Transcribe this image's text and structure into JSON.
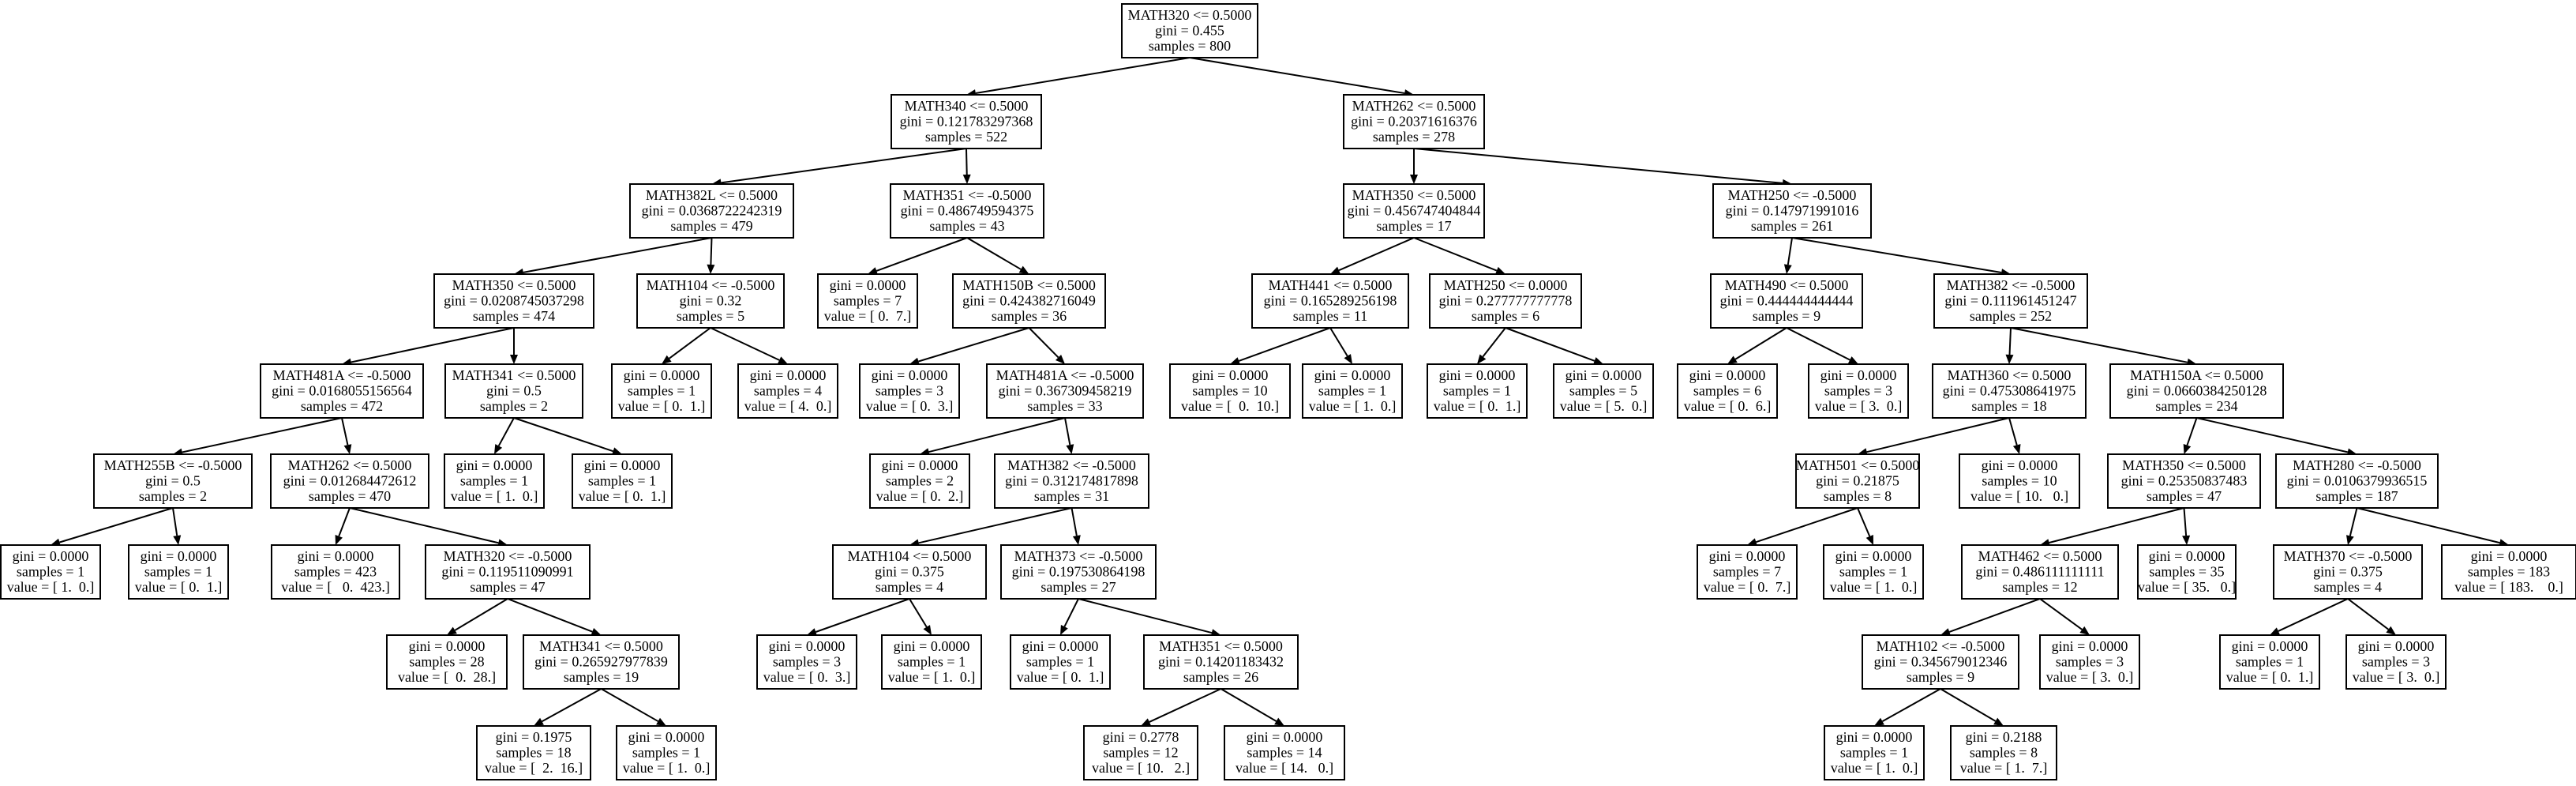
{
  "tree": {
    "nodes": [
      {
        "id": 0,
        "lines": [
          "MATH320 <= 0.5000",
          "gini = 0.455",
          "samples = 800"
        ]
      },
      {
        "id": 1,
        "lines": [
          "MATH340 <= 0.5000",
          "gini = 0.121783297368",
          "samples = 522"
        ]
      },
      {
        "id": 2,
        "lines": [
          "MATH262 <= 0.5000",
          "gini = 0.20371616376",
          "samples = 278"
        ]
      },
      {
        "id": 3,
        "lines": [
          "MATH382L <= 0.5000",
          "gini = 0.0368722242319",
          "samples = 479"
        ]
      },
      {
        "id": 4,
        "lines": [
          "MATH351 <= -0.5000",
          "gini = 0.486749594375",
          "samples = 43"
        ]
      },
      {
        "id": 5,
        "lines": [
          "MATH350 <= 0.5000",
          "gini = 0.456747404844",
          "samples = 17"
        ]
      },
      {
        "id": 6,
        "lines": [
          "MATH250 <= -0.5000",
          "gini = 0.147971991016",
          "samples = 261"
        ]
      },
      {
        "id": 7,
        "lines": [
          "MATH350 <= 0.5000",
          "gini = 0.0208745037298",
          "samples = 474"
        ]
      },
      {
        "id": 8,
        "lines": [
          "MATH104 <= -0.5000",
          "gini = 0.32",
          "samples = 5"
        ]
      },
      {
        "id": 9,
        "lines": [
          "gini = 0.0000",
          "samples = 7",
          "value = [ 0.  7.]"
        ]
      },
      {
        "id": 10,
        "lines": [
          "MATH150B <= 0.5000",
          "gini = 0.424382716049",
          "samples = 36"
        ]
      },
      {
        "id": 11,
        "lines": [
          "MATH441 <= 0.5000",
          "gini = 0.165289256198",
          "samples = 11"
        ]
      },
      {
        "id": 12,
        "lines": [
          "MATH250 <= 0.0000",
          "gini = 0.277777777778",
          "samples = 6"
        ]
      },
      {
        "id": 13,
        "lines": [
          "MATH490 <= 0.5000",
          "gini = 0.444444444444",
          "samples = 9"
        ]
      },
      {
        "id": 14,
        "lines": [
          "MATH382 <= -0.5000",
          "gini = 0.111961451247",
          "samples = 252"
        ]
      },
      {
        "id": 15,
        "lines": [
          "MATH481A <= -0.5000",
          "gini = 0.0168055156564",
          "samples = 472"
        ]
      },
      {
        "id": 16,
        "lines": [
          "MATH341 <= 0.5000",
          "gini = 0.5",
          "samples = 2"
        ]
      },
      {
        "id": 17,
        "lines": [
          "gini = 0.0000",
          "samples = 1",
          "value = [ 0.  1.]"
        ]
      },
      {
        "id": 18,
        "lines": [
          "gini = 0.0000",
          "samples = 4",
          "value = [ 4.  0.]"
        ]
      },
      {
        "id": 19,
        "lines": [
          "gini = 0.0000",
          "samples = 3",
          "value = [ 0.  3.]"
        ]
      },
      {
        "id": 20,
        "lines": [
          "MATH481A <= -0.5000",
          "gini = 0.367309458219",
          "samples = 33"
        ]
      },
      {
        "id": 21,
        "lines": [
          "gini = 0.0000",
          "samples = 10",
          "value = [  0.  10.]"
        ]
      },
      {
        "id": 22,
        "lines": [
          "gini = 0.0000",
          "samples = 1",
          "value = [ 1.  0.]"
        ]
      },
      {
        "id": 23,
        "lines": [
          "gini = 0.0000",
          "samples = 1",
          "value = [ 0.  1.]"
        ]
      },
      {
        "id": 24,
        "lines": [
          "gini = 0.0000",
          "samples = 5",
          "value = [ 5.  0.]"
        ]
      },
      {
        "id": 25,
        "lines": [
          "gini = 0.0000",
          "samples = 6",
          "value = [ 0.  6.]"
        ]
      },
      {
        "id": 26,
        "lines": [
          "gini = 0.0000",
          "samples = 3",
          "value = [ 3.  0.]"
        ]
      },
      {
        "id": 27,
        "lines": [
          "MATH360 <= 0.5000",
          "gini = 0.475308641975",
          "samples = 18"
        ]
      },
      {
        "id": 28,
        "lines": [
          "MATH150A <= 0.5000",
          "gini = 0.0660384250128",
          "samples = 234"
        ]
      },
      {
        "id": 29,
        "lines": [
          "MATH255B <= -0.5000",
          "gini = 0.5",
          "samples = 2"
        ]
      },
      {
        "id": 30,
        "lines": [
          "MATH262 <= 0.5000",
          "gini = 0.012684472612",
          "samples = 470"
        ]
      },
      {
        "id": 31,
        "lines": [
          "gini = 0.0000",
          "samples = 1",
          "value = [ 1.  0.]"
        ]
      },
      {
        "id": 32,
        "lines": [
          "gini = 0.0000",
          "samples = 1",
          "value = [ 0.  1.]"
        ]
      },
      {
        "id": 33,
        "lines": [
          "gini = 0.0000",
          "samples = 2",
          "value = [ 0.  2.]"
        ]
      },
      {
        "id": 34,
        "lines": [
          "MATH382 <= -0.5000",
          "gini = 0.312174817898",
          "samples = 31"
        ]
      },
      {
        "id": 35,
        "lines": [
          "MATH501 <= 0.5000",
          "gini = 0.21875",
          "samples = 8"
        ]
      },
      {
        "id": 36,
        "lines": [
          "gini = 0.0000",
          "samples = 10",
          "value = [ 10.   0.]"
        ]
      },
      {
        "id": 37,
        "lines": [
          "MATH350 <= 0.5000",
          "gini = 0.25350837483",
          "samples = 47"
        ]
      },
      {
        "id": 38,
        "lines": [
          "MATH280 <= -0.5000",
          "gini = 0.0106379936515",
          "samples = 187"
        ]
      },
      {
        "id": 39,
        "lines": [
          "gini = 0.0000",
          "samples = 1",
          "value = [ 1.  0.]"
        ]
      },
      {
        "id": 40,
        "lines": [
          "gini = 0.0000",
          "samples = 1",
          "value = [ 0.  1.]"
        ]
      },
      {
        "id": 41,
        "lines": [
          "gini = 0.0000",
          "samples = 423",
          "value = [   0.  423.]"
        ]
      },
      {
        "id": 42,
        "lines": [
          "MATH320 <= -0.5000",
          "gini = 0.119511090991",
          "samples = 47"
        ]
      },
      {
        "id": 43,
        "lines": [
          "MATH104 <= 0.5000",
          "gini = 0.375",
          "samples = 4"
        ]
      },
      {
        "id": 44,
        "lines": [
          "MATH373 <= -0.5000",
          "gini = 0.197530864198",
          "samples = 27"
        ]
      },
      {
        "id": 45,
        "lines": [
          "gini = 0.0000",
          "samples = 7",
          "value = [ 0.  7.]"
        ]
      },
      {
        "id": 46,
        "lines": [
          "gini = 0.0000",
          "samples = 1",
          "value = [ 1.  0.]"
        ]
      },
      {
        "id": 47,
        "lines": [
          "MATH462 <= 0.5000",
          "gini = 0.486111111111",
          "samples = 12"
        ]
      },
      {
        "id": 48,
        "lines": [
          "gini = 0.0000",
          "samples = 35",
          "value = [ 35.   0.]"
        ]
      },
      {
        "id": 49,
        "lines": [
          "MATH370 <= -0.5000",
          "gini = 0.375",
          "samples = 4"
        ]
      },
      {
        "id": 50,
        "lines": [
          "gini = 0.0000",
          "samples = 183",
          "value = [ 183.    0.]"
        ]
      },
      {
        "id": 51,
        "lines": [
          "gini = 0.0000",
          "samples = 28",
          "value = [  0.  28.]"
        ]
      },
      {
        "id": 52,
        "lines": [
          "MATH341 <= 0.5000",
          "gini = 0.265927977839",
          "samples = 19"
        ]
      },
      {
        "id": 53,
        "lines": [
          "gini = 0.0000",
          "samples = 3",
          "value = [ 0.  3.]"
        ]
      },
      {
        "id": 54,
        "lines": [
          "gini = 0.0000",
          "samples = 1",
          "value = [ 1.  0.]"
        ]
      },
      {
        "id": 55,
        "lines": [
          "gini = 0.0000",
          "samples = 1",
          "value = [ 0.  1.]"
        ]
      },
      {
        "id": 56,
        "lines": [
          "MATH351 <= 0.5000",
          "gini = 0.14201183432",
          "samples = 26"
        ]
      },
      {
        "id": 57,
        "lines": [
          "MATH102 <= -0.5000",
          "gini = 0.345679012346",
          "samples = 9"
        ]
      },
      {
        "id": 58,
        "lines": [
          "gini = 0.0000",
          "samples = 3",
          "value = [ 3.  0.]"
        ]
      },
      {
        "id": 59,
        "lines": [
          "gini = 0.0000",
          "samples = 1",
          "value = [ 0.  1.]"
        ]
      },
      {
        "id": 60,
        "lines": [
          "gini = 0.0000",
          "samples = 3",
          "value = [ 3.  0.]"
        ]
      },
      {
        "id": 61,
        "lines": [
          "gini = 0.1975",
          "samples = 18",
          "value = [  2.  16.]"
        ]
      },
      {
        "id": 62,
        "lines": [
          "gini = 0.0000",
          "samples = 1",
          "value = [ 1.  0.]"
        ]
      },
      {
        "id": 63,
        "lines": [
          "gini = 0.2778",
          "samples = 12",
          "value = [ 10.   2.]"
        ]
      },
      {
        "id": 64,
        "lines": [
          "gini = 0.0000",
          "samples = 14",
          "value = [ 14.   0.]"
        ]
      },
      {
        "id": 65,
        "lines": [
          "gini = 0.0000",
          "samples = 1",
          "value = [ 1.  0.]"
        ]
      },
      {
        "id": 66,
        "lines": [
          "gini = 0.2188",
          "samples = 8",
          "value = [ 1.  7.]"
        ]
      }
    ],
    "edges": [
      [
        0,
        1
      ],
      [
        0,
        2
      ],
      [
        1,
        3
      ],
      [
        1,
        4
      ],
      [
        2,
        5
      ],
      [
        2,
        6
      ],
      [
        3,
        7
      ],
      [
        3,
        8
      ],
      [
        4,
        9
      ],
      [
        4,
        10
      ],
      [
        5,
        11
      ],
      [
        5,
        12
      ],
      [
        6,
        13
      ],
      [
        6,
        14
      ],
      [
        7,
        15
      ],
      [
        7,
        16
      ],
      [
        8,
        17
      ],
      [
        8,
        18
      ],
      [
        10,
        19
      ],
      [
        10,
        20
      ],
      [
        11,
        21
      ],
      [
        11,
        22
      ],
      [
        12,
        23
      ],
      [
        12,
        24
      ],
      [
        13,
        25
      ],
      [
        13,
        26
      ],
      [
        14,
        27
      ],
      [
        14,
        28
      ],
      [
        15,
        29
      ],
      [
        15,
        30
      ],
      [
        16,
        31
      ],
      [
        16,
        32
      ],
      [
        20,
        33
      ],
      [
        20,
        34
      ],
      [
        27,
        35
      ],
      [
        27,
        36
      ],
      [
        28,
        37
      ],
      [
        28,
        38
      ],
      [
        29,
        39
      ],
      [
        29,
        40
      ],
      [
        30,
        41
      ],
      [
        30,
        42
      ],
      [
        34,
        43
      ],
      [
        34,
        44
      ],
      [
        35,
        45
      ],
      [
        35,
        46
      ],
      [
        37,
        47
      ],
      [
        37,
        48
      ],
      [
        38,
        49
      ],
      [
        38,
        50
      ],
      [
        42,
        51
      ],
      [
        42,
        52
      ],
      [
        43,
        53
      ],
      [
        43,
        54
      ],
      [
        44,
        55
      ],
      [
        44,
        56
      ],
      [
        47,
        57
      ],
      [
        47,
        58
      ],
      [
        49,
        59
      ],
      [
        49,
        60
      ],
      [
        52,
        61
      ],
      [
        52,
        62
      ],
      [
        56,
        63
      ],
      [
        56,
        64
      ],
      [
        57,
        65
      ],
      [
        57,
        66
      ]
    ]
  }
}
